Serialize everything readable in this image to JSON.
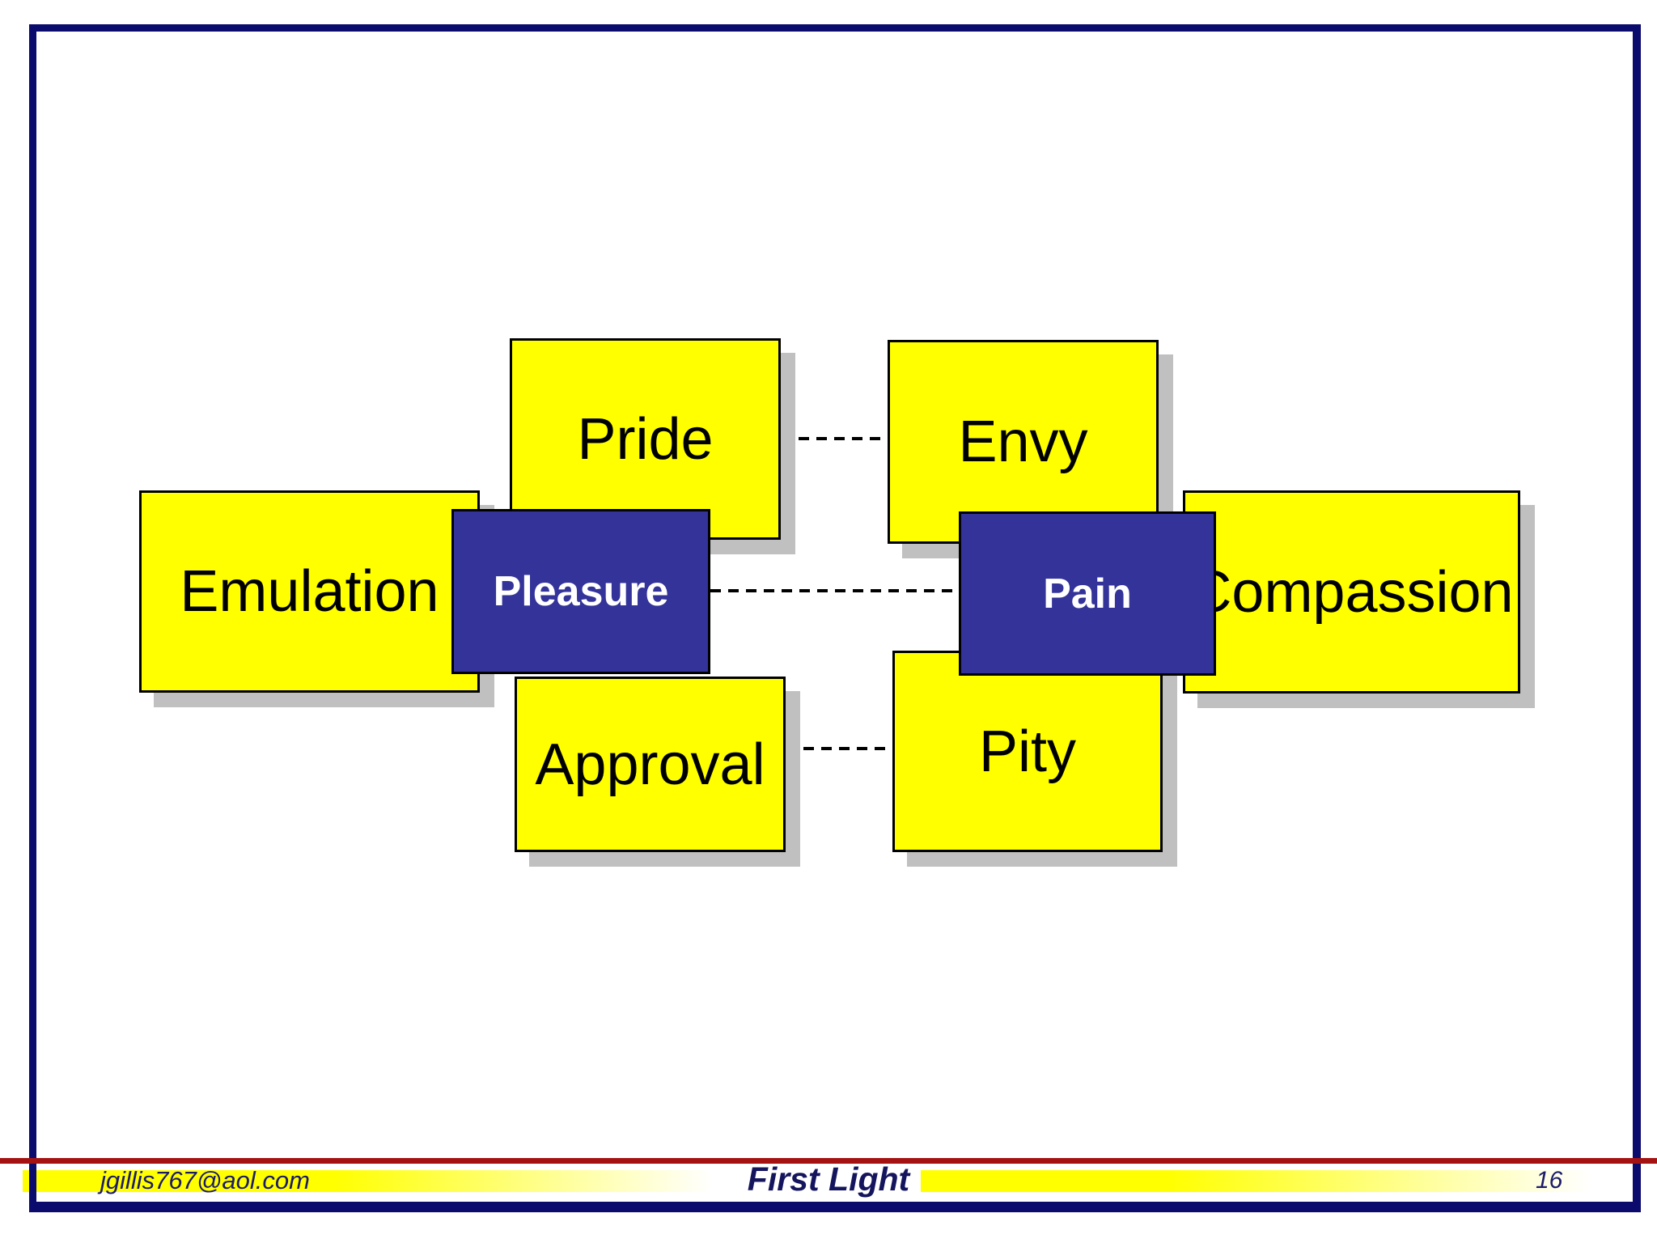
{
  "diagram": {
    "nodes": [
      {
        "id": "pride",
        "label": "Pride",
        "type": "yellow-emotion"
      },
      {
        "id": "envy",
        "label": "Envy",
        "type": "yellow-emotion"
      },
      {
        "id": "emulation",
        "label": "Emulation",
        "type": "yellow-emotion"
      },
      {
        "id": "pleasure",
        "label": "Pleasure",
        "type": "navy-core"
      },
      {
        "id": "pain",
        "label": "Pain",
        "type": "navy-core"
      },
      {
        "id": "compassion",
        "label": "Compassion",
        "type": "yellow-emotion"
      },
      {
        "id": "approval",
        "label": "Approval",
        "type": "yellow-emotion"
      },
      {
        "id": "pity",
        "label": "Pity",
        "type": "yellow-emotion"
      }
    ],
    "connections": [
      {
        "from": "pride",
        "to": "envy",
        "style": "dashed"
      },
      {
        "from": "pleasure",
        "to": "pain",
        "style": "dashed"
      },
      {
        "from": "approval",
        "to": "pity",
        "style": "dashed"
      }
    ]
  },
  "footer": {
    "email": "jgillis767@aol.com",
    "center_title": "First Light",
    "page_number": "16"
  },
  "colors": {
    "box_yellow": "#ffff00",
    "box_navy": "#333399",
    "box_border": "#000000",
    "box_shadow": "#c0c0c0",
    "frame_navy": "#0b0b6d",
    "red_rule": "#a51212",
    "footer_text": "#1b1b6b",
    "label_dark": "#000000",
    "label_light": "#ffffff"
  }
}
